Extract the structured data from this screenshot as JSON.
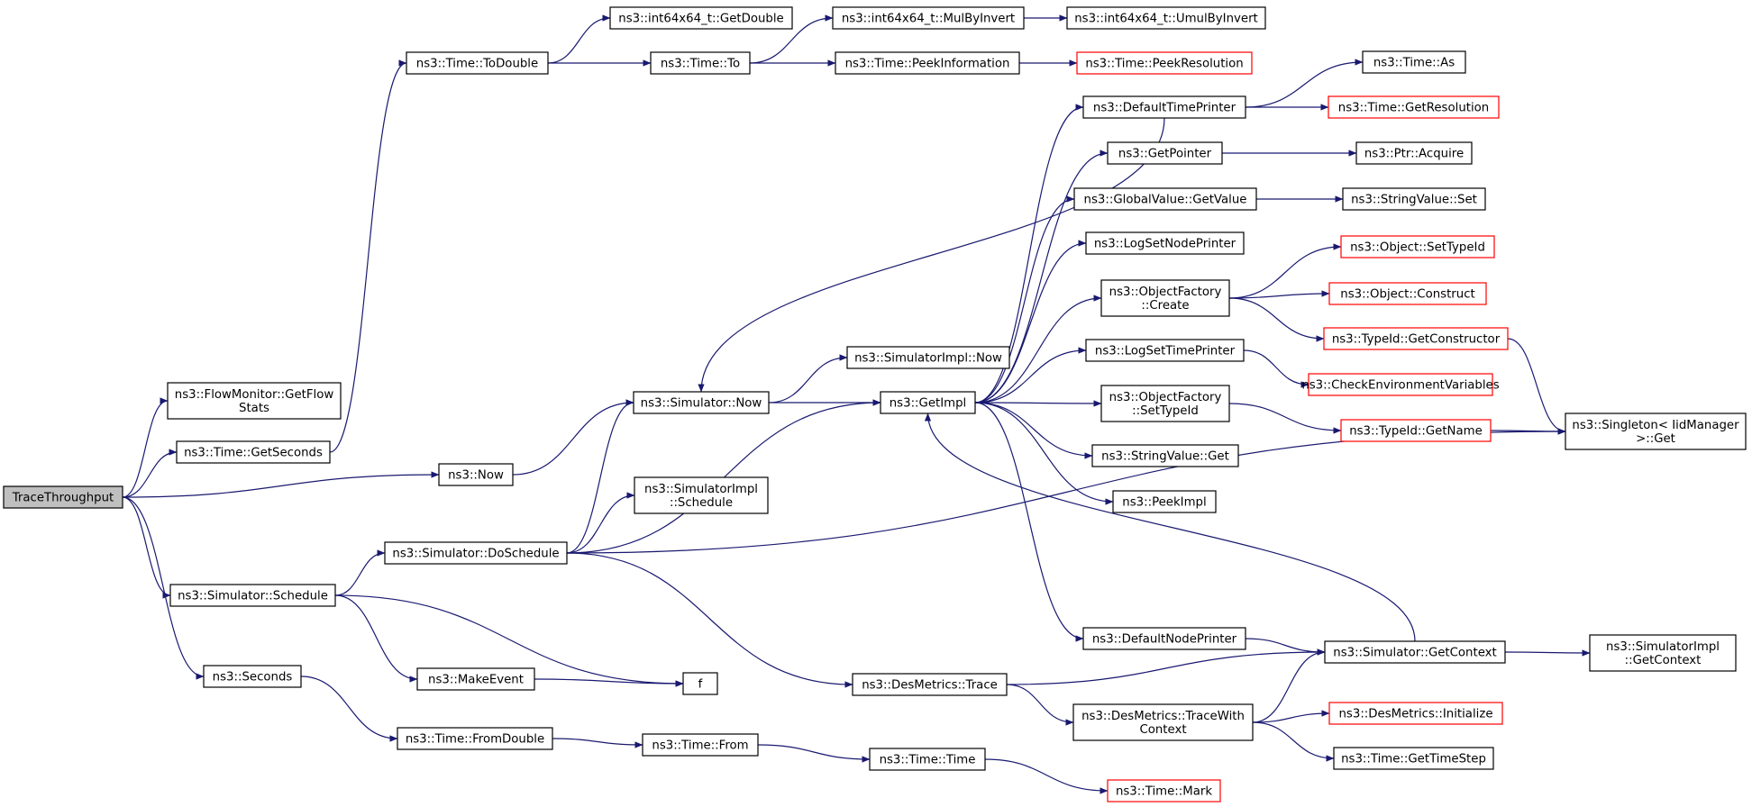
{
  "diagram": {
    "type": "call-graph",
    "colors": {
      "edge": "#191970",
      "node_border": "#000000",
      "node_border_incomplete": "#ff0000",
      "root_fill": "#bfbfbf",
      "node_fill": "#ffffff"
    },
    "nodes": [
      {
        "id": "trace_throughput",
        "lines": [
          "TraceThroughput"
        ],
        "style": "root"
      },
      {
        "id": "flowmonitor_getflowstats",
        "lines": [
          "ns3::FlowMonitor::GetFlow",
          "Stats"
        ],
        "style": "normal"
      },
      {
        "id": "time_getseconds",
        "lines": [
          "ns3::Time::GetSeconds"
        ],
        "style": "normal"
      },
      {
        "id": "time_todouble",
        "lines": [
          "ns3::Time::ToDouble"
        ],
        "style": "normal"
      },
      {
        "id": "int64_getdouble",
        "lines": [
          "ns3::int64x64_t::GetDouble"
        ],
        "style": "normal"
      },
      {
        "id": "time_to",
        "lines": [
          "ns3::Time::To"
        ],
        "style": "normal"
      },
      {
        "id": "int64_mulbyinvert",
        "lines": [
          "ns3::int64x64_t::MulByInvert"
        ],
        "style": "normal"
      },
      {
        "id": "int64_umulbyinvert",
        "lines": [
          "ns3::int64x64_t::UmulByInvert"
        ],
        "style": "normal"
      },
      {
        "id": "time_peekinformation",
        "lines": [
          "ns3::Time::PeekInformation"
        ],
        "style": "normal"
      },
      {
        "id": "time_peekresolution",
        "lines": [
          "ns3::Time::PeekResolution"
        ],
        "style": "incomplete"
      },
      {
        "id": "ns3_now",
        "lines": [
          "ns3::Now"
        ],
        "style": "normal"
      },
      {
        "id": "simulator_now",
        "lines": [
          "ns3::Simulator::Now"
        ],
        "style": "normal"
      },
      {
        "id": "simulatorimpl_now",
        "lines": [
          "ns3::SimulatorImpl::Now"
        ],
        "style": "normal"
      },
      {
        "id": "getimpl",
        "lines": [
          "ns3::GetImpl"
        ],
        "style": "normal"
      },
      {
        "id": "defaulttimeprinter",
        "lines": [
          "ns3::DefaultTimePrinter"
        ],
        "style": "normal"
      },
      {
        "id": "time_as",
        "lines": [
          "ns3::Time::As"
        ],
        "style": "normal"
      },
      {
        "id": "time_getresolution",
        "lines": [
          "ns3::Time::GetResolution"
        ],
        "style": "incomplete"
      },
      {
        "id": "getpointer",
        "lines": [
          "ns3::GetPointer"
        ],
        "style": "normal"
      },
      {
        "id": "ptr_acquire",
        "lines": [
          "ns3::Ptr::Acquire"
        ],
        "style": "normal"
      },
      {
        "id": "globalvalue_getvalue",
        "lines": [
          "ns3::GlobalValue::GetValue"
        ],
        "style": "normal"
      },
      {
        "id": "stringvalue_set",
        "lines": [
          "ns3::StringValue::Set"
        ],
        "style": "normal"
      },
      {
        "id": "logsetnodeprinter",
        "lines": [
          "ns3::LogSetNodePrinter"
        ],
        "style": "normal"
      },
      {
        "id": "objectfactory_create",
        "lines": [
          "ns3::ObjectFactory",
          "::Create"
        ],
        "style": "normal"
      },
      {
        "id": "object_settypeid",
        "lines": [
          "ns3::Object::SetTypeId"
        ],
        "style": "incomplete"
      },
      {
        "id": "object_construct",
        "lines": [
          "ns3::Object::Construct"
        ],
        "style": "incomplete"
      },
      {
        "id": "typeid_getconstructor",
        "lines": [
          "ns3::TypeId::GetConstructor"
        ],
        "style": "incomplete"
      },
      {
        "id": "logsettimeprinter",
        "lines": [
          "ns3::LogSetTimePrinter"
        ],
        "style": "normal"
      },
      {
        "id": "checkenvironmentvariables",
        "lines": [
          "ns3::CheckEnvironmentVariables"
        ],
        "style": "incomplete"
      },
      {
        "id": "objectfactory_settypeid",
        "lines": [
          "ns3::ObjectFactory",
          "::SetTypeId"
        ],
        "style": "normal"
      },
      {
        "id": "typeid_getname",
        "lines": [
          "ns3::TypeId::GetName"
        ],
        "style": "incomplete"
      },
      {
        "id": "singleton_get",
        "lines": [
          "ns3::Singleton< IidManager",
          ">::Get"
        ],
        "style": "normal"
      },
      {
        "id": "stringvalue_get",
        "lines": [
          "ns3::StringValue::Get"
        ],
        "style": "normal"
      },
      {
        "id": "peekimpl",
        "lines": [
          "ns3::PeekImpl"
        ],
        "style": "normal"
      },
      {
        "id": "simulatorimpl_schedule",
        "lines": [
          "ns3::SimulatorImpl",
          "::Schedule"
        ],
        "style": "normal"
      },
      {
        "id": "simulator_doschedule",
        "lines": [
          "ns3::Simulator::DoSchedule"
        ],
        "style": "normal"
      },
      {
        "id": "simulator_schedule",
        "lines": [
          "ns3::Simulator::Schedule"
        ],
        "style": "normal"
      },
      {
        "id": "defaultnodeprinter",
        "lines": [
          "ns3::DefaultNodePrinter"
        ],
        "style": "normal"
      },
      {
        "id": "simulator_getcontext",
        "lines": [
          "ns3::Simulator::GetContext"
        ],
        "style": "normal"
      },
      {
        "id": "simulatorimpl_getcontext",
        "lines": [
          "ns3::SimulatorImpl",
          "::GetContext"
        ],
        "style": "normal"
      },
      {
        "id": "ns3_seconds",
        "lines": [
          "ns3::Seconds"
        ],
        "style": "normal"
      },
      {
        "id": "makeevent",
        "lines": [
          "ns3::MakeEvent"
        ],
        "style": "normal"
      },
      {
        "id": "f",
        "lines": [
          "f"
        ],
        "style": "normal"
      },
      {
        "id": "desmetrics_trace",
        "lines": [
          "ns3::DesMetrics::Trace"
        ],
        "style": "normal"
      },
      {
        "id": "desmetrics_tracewithcontext",
        "lines": [
          "ns3::DesMetrics::TraceWith",
          "Context"
        ],
        "style": "normal"
      },
      {
        "id": "desmetrics_initialize",
        "lines": [
          "ns3::DesMetrics::Initialize"
        ],
        "style": "incomplete"
      },
      {
        "id": "time_gettimestep",
        "lines": [
          "ns3::Time::GetTimeStep"
        ],
        "style": "normal"
      },
      {
        "id": "time_fromdouble",
        "lines": [
          "ns3::Time::FromDouble"
        ],
        "style": "normal"
      },
      {
        "id": "time_from",
        "lines": [
          "ns3::Time::From"
        ],
        "style": "normal"
      },
      {
        "id": "time_time",
        "lines": [
          "ns3::Time::Time"
        ],
        "style": "normal"
      },
      {
        "id": "time_mark",
        "lines": [
          "ns3::Time::Mark"
        ],
        "style": "incomplete"
      }
    ],
    "edges": [
      [
        "trace_throughput",
        "flowmonitor_getflowstats"
      ],
      [
        "trace_throughput",
        "time_getseconds"
      ],
      [
        "trace_throughput",
        "ns3_now"
      ],
      [
        "trace_throughput",
        "simulator_schedule"
      ],
      [
        "trace_throughput",
        "ns3_seconds"
      ],
      [
        "time_getseconds",
        "time_todouble"
      ],
      [
        "time_todouble",
        "int64_getdouble"
      ],
      [
        "time_todouble",
        "time_to"
      ],
      [
        "time_to",
        "int64_mulbyinvert"
      ],
      [
        "time_to",
        "time_peekinformation"
      ],
      [
        "int64_mulbyinvert",
        "int64_umulbyinvert"
      ],
      [
        "time_peekinformation",
        "time_peekresolution"
      ],
      [
        "ns3_now",
        "simulator_now"
      ],
      [
        "simulator_now",
        "simulatorimpl_now"
      ],
      [
        "simulator_now",
        "getimpl"
      ],
      [
        "getimpl",
        "defaulttimeprinter"
      ],
      [
        "getimpl",
        "getpointer"
      ],
      [
        "getimpl",
        "globalvalue_getvalue"
      ],
      [
        "getimpl",
        "logsetnodeprinter"
      ],
      [
        "getimpl",
        "objectfactory_create"
      ],
      [
        "getimpl",
        "logsettimeprinter"
      ],
      [
        "getimpl",
        "objectfactory_settypeid"
      ],
      [
        "getimpl",
        "stringvalue_get"
      ],
      [
        "getimpl",
        "peekimpl"
      ],
      [
        "getimpl",
        "defaultnodeprinter"
      ],
      [
        "defaulttimeprinter",
        "time_as"
      ],
      [
        "defaulttimeprinter",
        "time_getresolution"
      ],
      [
        "defaulttimeprinter",
        "simulator_now"
      ],
      [
        "getpointer",
        "ptr_acquire"
      ],
      [
        "globalvalue_getvalue",
        "stringvalue_set"
      ],
      [
        "objectfactory_create",
        "object_settypeid"
      ],
      [
        "objectfactory_create",
        "object_construct"
      ],
      [
        "objectfactory_create",
        "typeid_getconstructor"
      ],
      [
        "typeid_getconstructor",
        "singleton_get"
      ],
      [
        "logsettimeprinter",
        "checkenvironmentvariables"
      ],
      [
        "objectfactory_settypeid",
        "typeid_getname"
      ],
      [
        "typeid_getname",
        "singleton_get"
      ],
      [
        "simulator_schedule",
        "simulator_doschedule"
      ],
      [
        "simulator_schedule",
        "makeevent"
      ],
      [
        "simulator_schedule",
        "f"
      ],
      [
        "simulator_doschedule",
        "simulator_now"
      ],
      [
        "simulator_doschedule",
        "simulatorimpl_schedule"
      ],
      [
        "simulator_doschedule",
        "getimpl"
      ],
      [
        "simulator_doschedule",
        "singleton_get"
      ],
      [
        "simulator_doschedule",
        "desmetrics_trace"
      ],
      [
        "makeevent",
        "f"
      ],
      [
        "defaultnodeprinter",
        "simulator_getcontext"
      ],
      [
        "simulator_getcontext",
        "getimpl"
      ],
      [
        "simulator_getcontext",
        "simulatorimpl_getcontext"
      ],
      [
        "desmetrics_trace",
        "simulator_getcontext"
      ],
      [
        "desmetrics_trace",
        "desmetrics_tracewithcontext"
      ],
      [
        "desmetrics_tracewithcontext",
        "simulator_getcontext"
      ],
      [
        "desmetrics_tracewithcontext",
        "desmetrics_initialize"
      ],
      [
        "desmetrics_tracewithcontext",
        "time_gettimestep"
      ],
      [
        "ns3_seconds",
        "time_fromdouble"
      ],
      [
        "time_fromdouble",
        "time_from"
      ],
      [
        "time_from",
        "time_time"
      ],
      [
        "time_time",
        "time_mark"
      ]
    ]
  }
}
